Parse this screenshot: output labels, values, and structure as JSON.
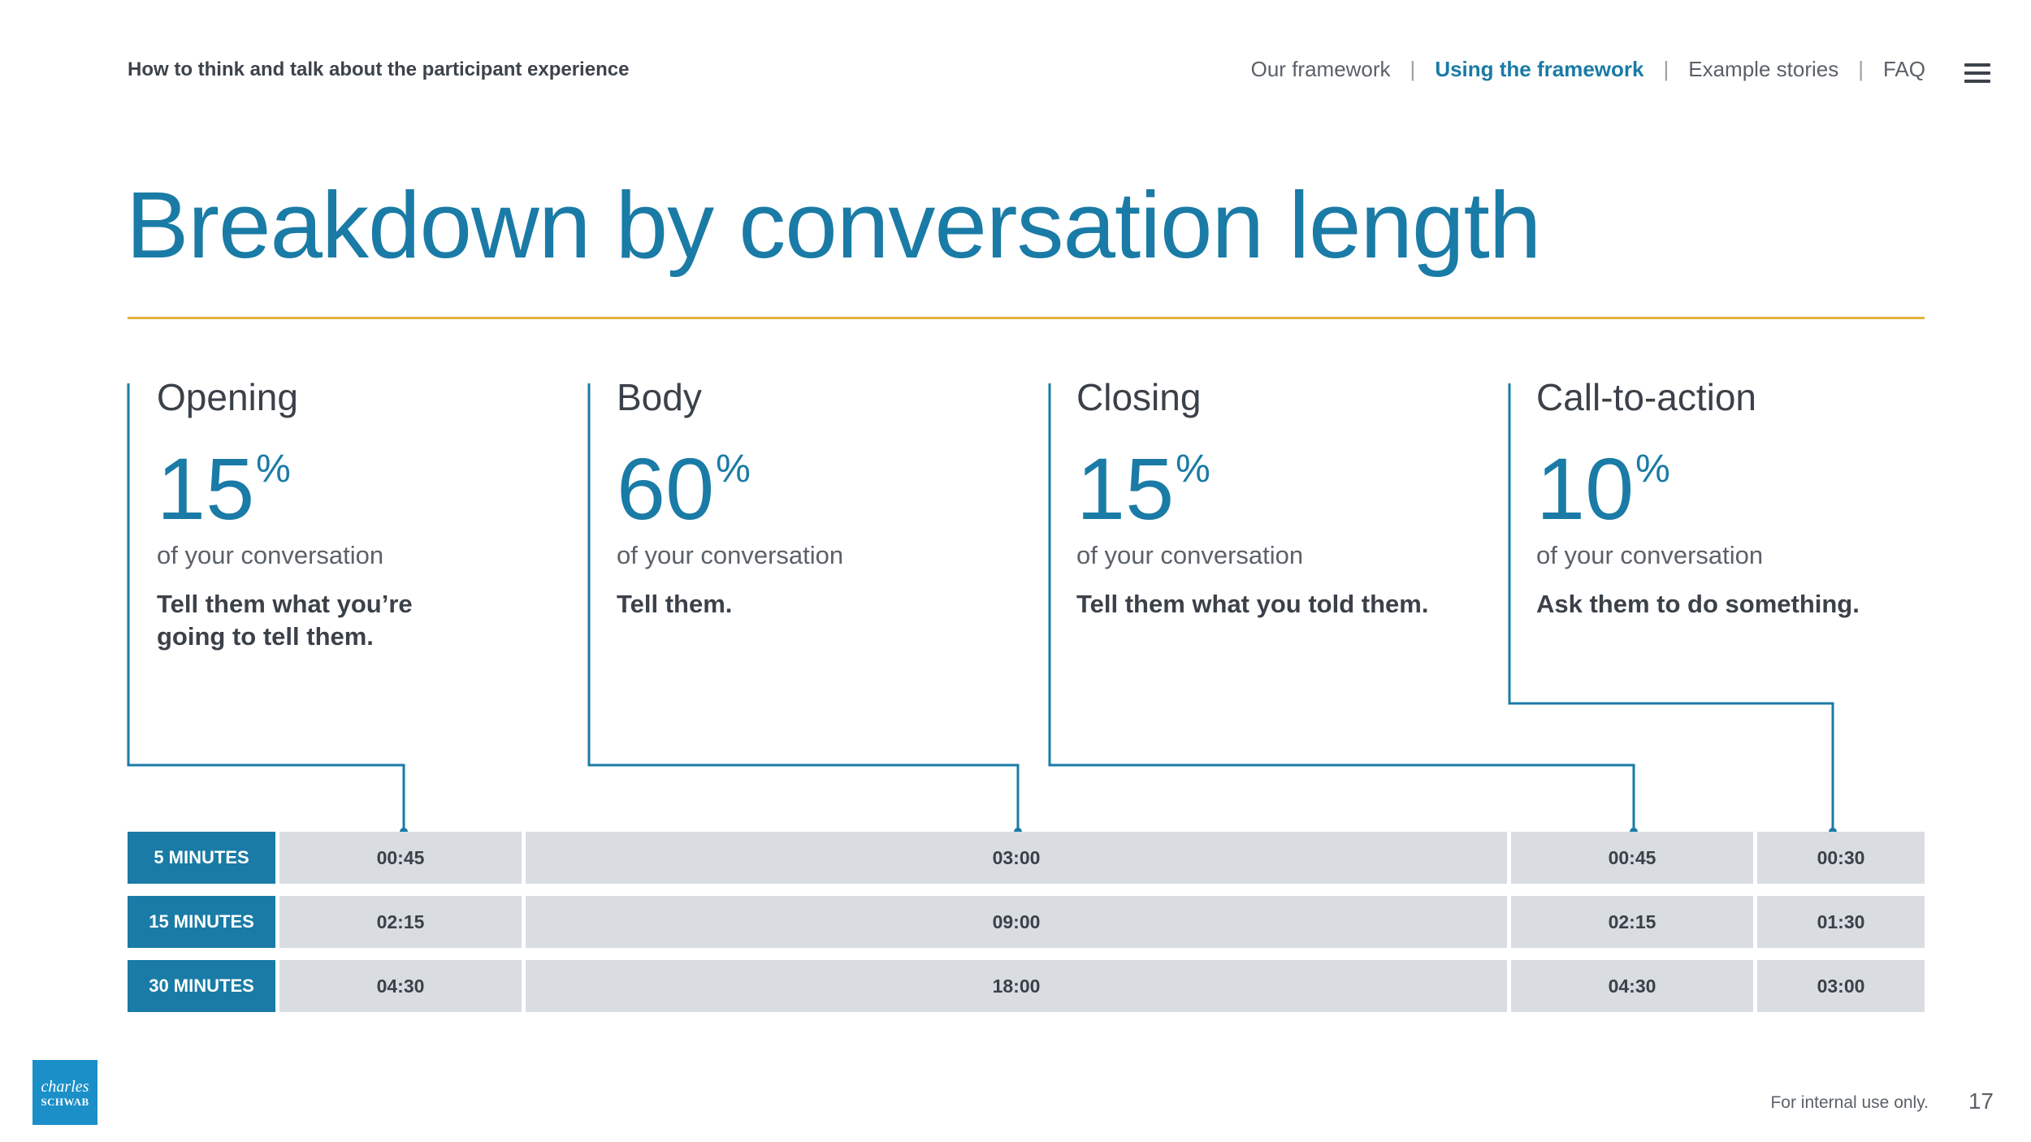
{
  "header": {
    "title": "How to think and talk about the participant experience",
    "nav": [
      {
        "label": "Our framework",
        "active": false
      },
      {
        "label": "Using the framework",
        "active": true
      },
      {
        "label": "Example stories",
        "active": false
      },
      {
        "label": "FAQ",
        "active": false
      }
    ],
    "menu_icon": "hamburger-menu-icon"
  },
  "page_title": "Breakdown by conversation length",
  "sections": [
    {
      "heading": "Opening",
      "percent": "15",
      "percent_sign": "%",
      "subtitle": "of your conversation",
      "description": "Tell them what you’re going to tell them.",
      "share": 0.15
    },
    {
      "heading": "Body",
      "percent": "60",
      "percent_sign": "%",
      "subtitle": "of your conversation",
      "description": "Tell them.",
      "share": 0.6
    },
    {
      "heading": "Closing",
      "percent": "15",
      "percent_sign": "%",
      "subtitle": "of your conversation",
      "description": "Tell them what you told them.",
      "share": 0.15
    },
    {
      "heading": "Call-to-action",
      "percent": "10",
      "percent_sign": "%",
      "subtitle": "of your conversation",
      "description": "Ask them to do something.",
      "share": 0.1
    }
  ],
  "table": {
    "rows": [
      {
        "label": "5 MINUTES",
        "values": [
          "00:45",
          "03:00",
          "00:45",
          "00:30"
        ]
      },
      {
        "label": "15 MINUTES",
        "values": [
          "02:15",
          "09:00",
          "02:15",
          "01:30"
        ]
      },
      {
        "label": "30 MINUTES",
        "values": [
          "04:30",
          "18:00",
          "04:30",
          "03:00"
        ]
      }
    ]
  },
  "footer": {
    "logo_line1": "charles",
    "logo_line2": "SCHWAB",
    "note": "For internal use only.",
    "page_number": "17"
  },
  "colors": {
    "accent_blue": "#1a7ba6",
    "rule_gold": "#e3b33d",
    "cell_gray": "#d9dde2",
    "logo_blue": "#1a8fc8"
  }
}
